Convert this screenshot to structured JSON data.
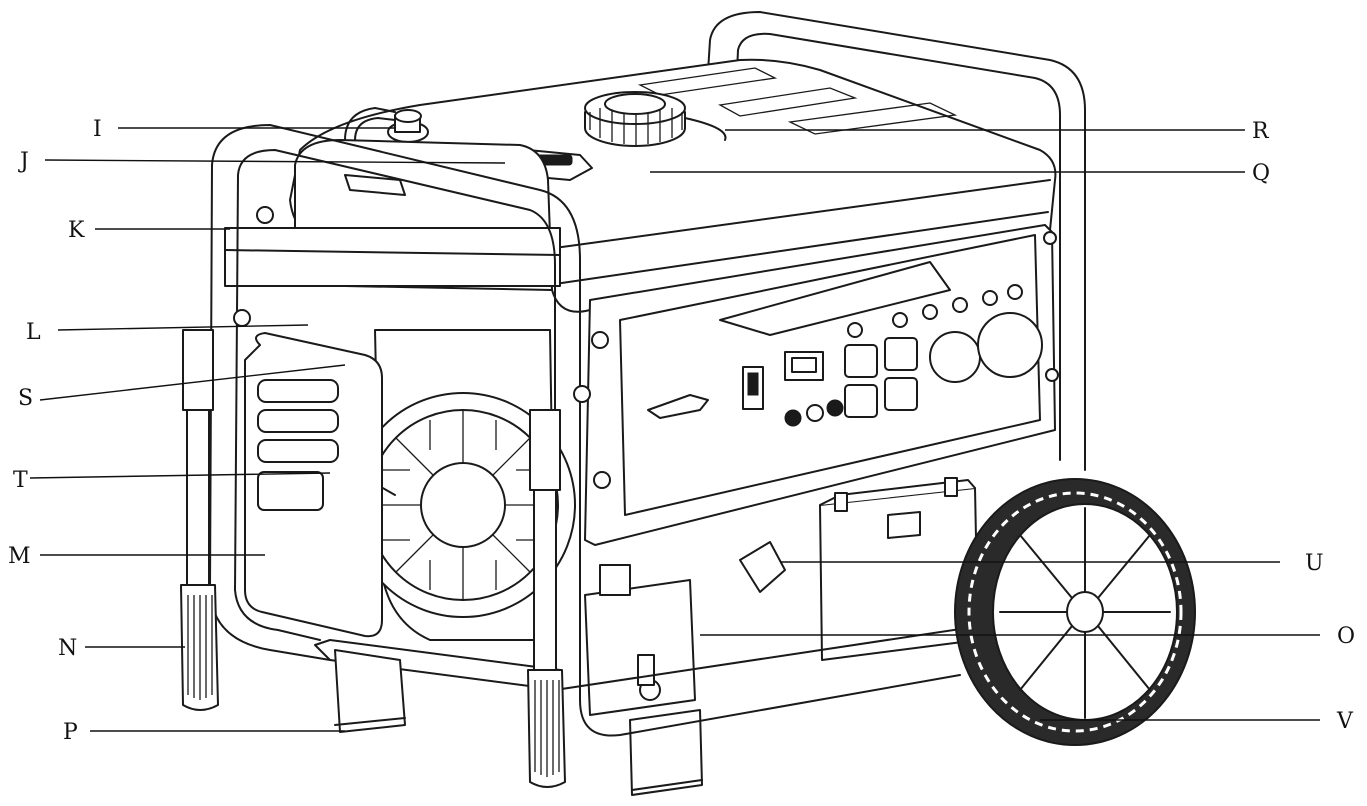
{
  "labels": {
    "I": "I",
    "J": "J",
    "K": "K",
    "L": "L",
    "S": "S",
    "T": "T",
    "M": "M",
    "N": "N",
    "P": "P",
    "R": "R",
    "Q": "Q",
    "U": "U",
    "O": "O",
    "V": "V"
  },
  "colors": {
    "ink": "#1a1a1a",
    "background": "#ffffff"
  }
}
